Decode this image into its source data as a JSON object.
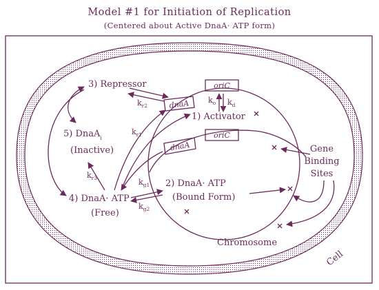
{
  "title": "Model #1 for Initiation of Replication",
  "subtitle": "(Centered about Active DnaA· ATP form)",
  "colors": {
    "ink": "#6b2a5c",
    "background": "#ffffff"
  },
  "states": {
    "repressor": "3)  Repressor",
    "activator": "1)  Activator",
    "inactive_line1": "5)  DnaA",
    "inactive_sub": "i",
    "inactive_line2": "(Inactive)",
    "free_line1": "4)  DnaA· ATP",
    "free_line2": "(Free)",
    "bound_line1": "2)  DnaA· ATP",
    "bound_line2": "(Bound Form)"
  },
  "genes": {
    "dnaA_top": "dnaA",
    "oriC_top": "oriC",
    "dnaA_mid": "dnaA",
    "oriC_mid": "oriC"
  },
  "rates": {
    "kr2_base": "k",
    "kr2_sub": "r2",
    "kr1_base": "k",
    "kr1_sub": "r1",
    "kr3_base": "k",
    "kr3_sub": "r3",
    "kg1_base": "k",
    "kg1_sub": "g1",
    "kg2_base": "k",
    "kg2_sub": "g2",
    "ko_base": "k",
    "ko_sub": "o",
    "kd_base": "k",
    "kd_sub": "d"
  },
  "labels": {
    "gene_binding_1": "Gene",
    "gene_binding_2": "Binding",
    "gene_binding_3": "Sites",
    "chromosome": "Chromosome",
    "cell": "Cell"
  }
}
